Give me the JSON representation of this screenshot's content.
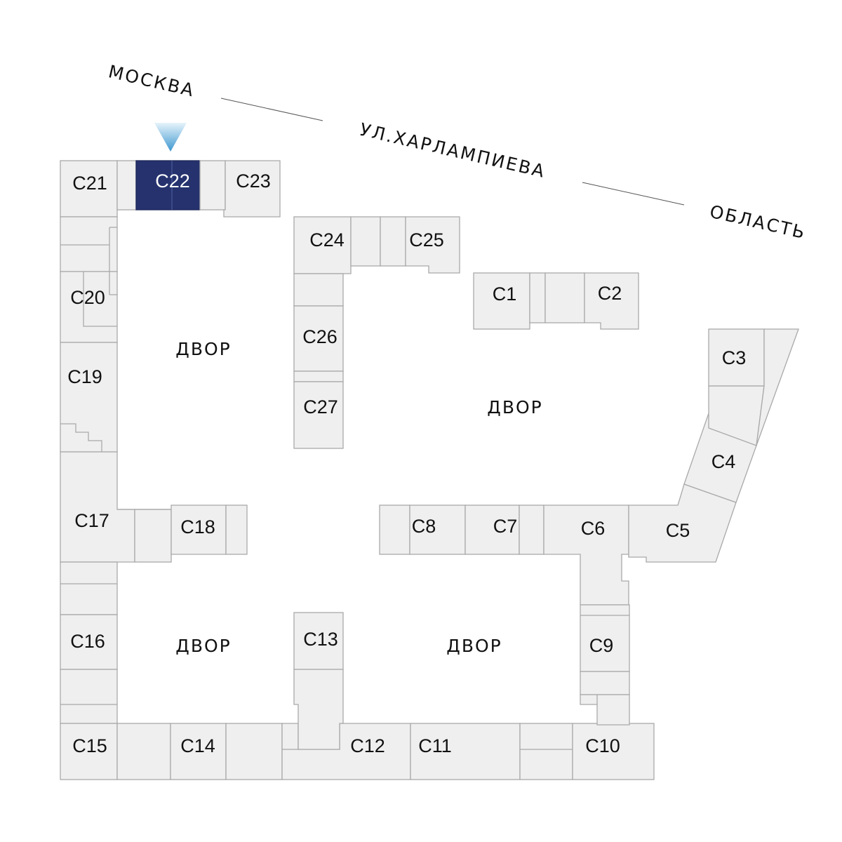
{
  "street": {
    "parts": [
      "МОСКВА",
      "УЛ.ХАРЛАМПИЕВА",
      "ОБЛАСТЬ"
    ]
  },
  "yards": [
    "ДВОР",
    "ДВОР",
    "ДВОР",
    "ДВОР"
  ],
  "sections": {
    "s1": "С1",
    "s2": "С2",
    "s3": "С3",
    "s4": "С4",
    "s5": "С5",
    "s6": "С6",
    "s7": "С7",
    "s8": "С8",
    "s9": "С9",
    "s10": "С10",
    "s11": "С11",
    "s12": "С12",
    "s13": "С13",
    "s14": "С14",
    "s15": "С15",
    "s16": "С16",
    "s17": "С17",
    "s18": "С18",
    "s19": "С19",
    "s20": "С20",
    "s21": "С21",
    "s22": "С22",
    "s23": "С23",
    "s24": "С24",
    "s25": "С25",
    "s26": "С26",
    "s27": "С27"
  },
  "selected_section": "С22",
  "colors": {
    "selected": "#25326e",
    "block": "#efefef",
    "outline": "#a9a9a9",
    "marker": "#4aa3d8"
  },
  "icons": {
    "marker": "triangle-down-marker-icon"
  }
}
